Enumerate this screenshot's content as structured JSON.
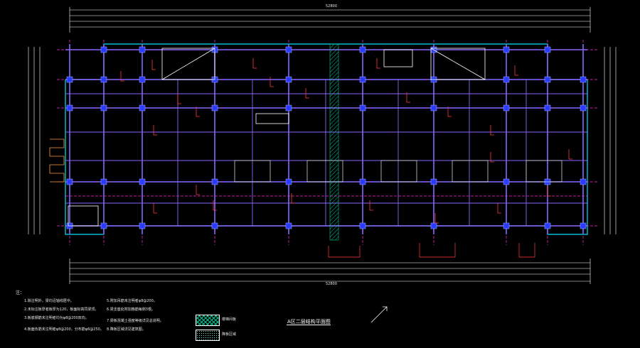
{
  "drawing": {
    "title": "A区二层结构平面图",
    "notes_header": "注：",
    "notes_left": [
      "1.除注明外，梁均沿轴线居中。",
      "2.未标注板厚者板厚为120，板面标高同梁顶。",
      "3.板底钢筋未注明者均为φ8@200双向。",
      "4.板面负筋未注明者φ8@200，分布筋φ6@250。"
    ],
    "notes_right": [
      "5.附加吊筋未注明者φ8@200。",
      "6.梁支座处附加箍筋每侧3根。",
      "7.梁板混凝土强度等级详见总说明。",
      "8.降板区域详见建筑图。"
    ],
    "legend": [
      {
        "label": "楼梯间板",
        "pattern": "green-hatch"
      },
      {
        "label": "降板区域",
        "pattern": "dots"
      }
    ],
    "overall_dimension": "52800",
    "colors": {
      "background": "#000000",
      "axis": "#ff2ad4",
      "beam": "#7a5cff",
      "column": "#2a3cff",
      "wall": "#00e0ff",
      "rebar": "#ff3b3b",
      "dimension": "#ffffff",
      "hatch": "#00c896"
    }
  }
}
